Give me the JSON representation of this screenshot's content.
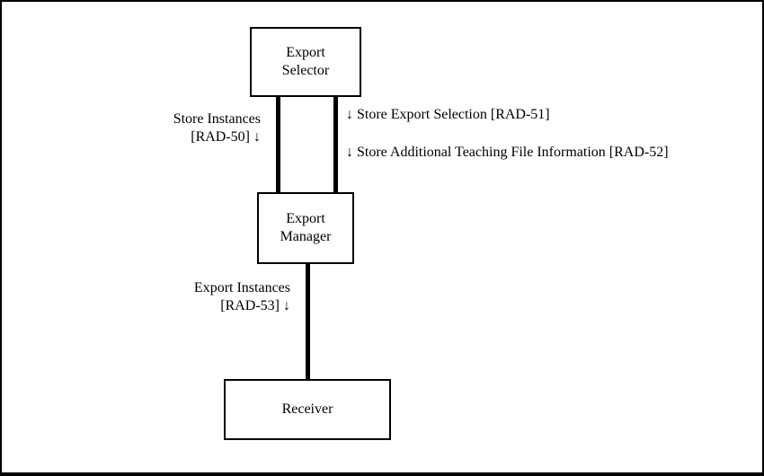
{
  "diagram": {
    "nodes": {
      "export_selector": {
        "label": "Export\nSelector"
      },
      "export_manager": {
        "label": "Export\nManager"
      },
      "receiver": {
        "label": "Receiver"
      }
    },
    "transactions": {
      "store_instances": {
        "line1": "Store Instances",
        "line2": "[RAD-50] ↓"
      },
      "store_export_selection": {
        "text": "↓ Store Export Selection [RAD-51]"
      },
      "store_additional_info": {
        "text": "↓ Store Additional Teaching File Information [RAD-52]"
      },
      "export_instances": {
        "line1": "Export Instances",
        "line2": "[RAD-53] ↓"
      }
    },
    "colors": {
      "frame": "#000000",
      "background": "#ffffff",
      "stroke": "#000000"
    }
  }
}
